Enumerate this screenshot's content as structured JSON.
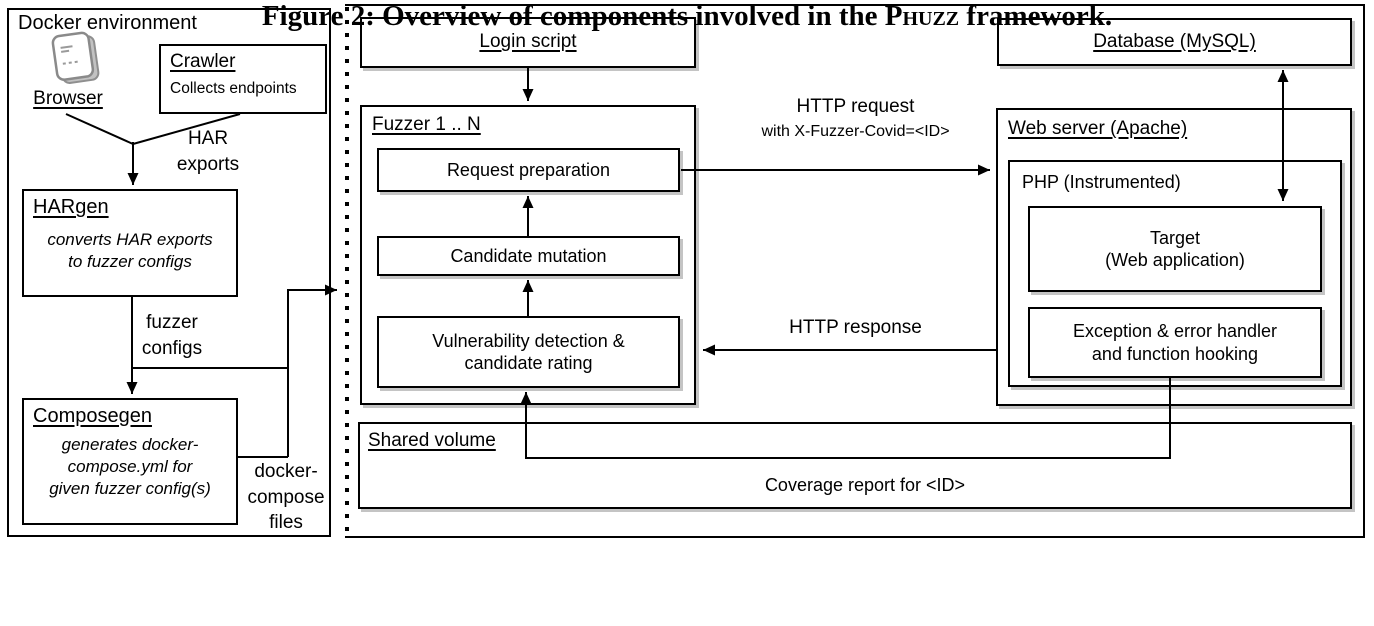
{
  "docker": {
    "title": "Docker environment",
    "browser_label": "Browser",
    "crawler": {
      "title": "Crawler",
      "subtitle": "Collects endpoints"
    },
    "hargen": {
      "title": "HARgen",
      "desc": [
        "converts HAR exports",
        "to fuzzer configs"
      ]
    },
    "composegen": {
      "title": "Composegen",
      "desc": [
        "generates docker-",
        "compose.yml for",
        "given fuzzer config(s)"
      ]
    },
    "labels": {
      "har_exports": [
        "HAR",
        "exports"
      ],
      "fuzzer_configs": [
        "fuzzer",
        "configs"
      ],
      "docker_compose": [
        "docker-",
        "compose",
        "files"
      ]
    }
  },
  "host": {
    "login_script": "Login script",
    "fuzzer": {
      "title": "Fuzzer 1 .. N",
      "request_preparation": "Request preparation",
      "candidate_mutation": "Candidate mutation",
      "vulnerability": [
        "Vulnerability detection &",
        "candidate rating"
      ]
    },
    "database": "Database (MySQL)",
    "webserver": {
      "title": "Web server (Apache)",
      "php": "PHP (Instrumented)",
      "target": [
        "Target",
        "(Web application)"
      ],
      "exception": [
        "Exception & error handler",
        "and function hooking"
      ]
    },
    "shared_volume": {
      "title": "Shared volume",
      "coverage": "Coverage report for <ID>"
    }
  },
  "edges": {
    "http_request": [
      "HTTP request",
      "with X-Fuzzer-Covid=<ID>"
    ],
    "http_response": "HTTP response"
  },
  "caption": {
    "before": "Figure 2: Overview of components involved in the ",
    "brand": "Phuzz",
    "after": " framework."
  },
  "colors": {
    "line": "#000000",
    "background": "#ffffff",
    "shadow": "#c4c4c4"
  }
}
